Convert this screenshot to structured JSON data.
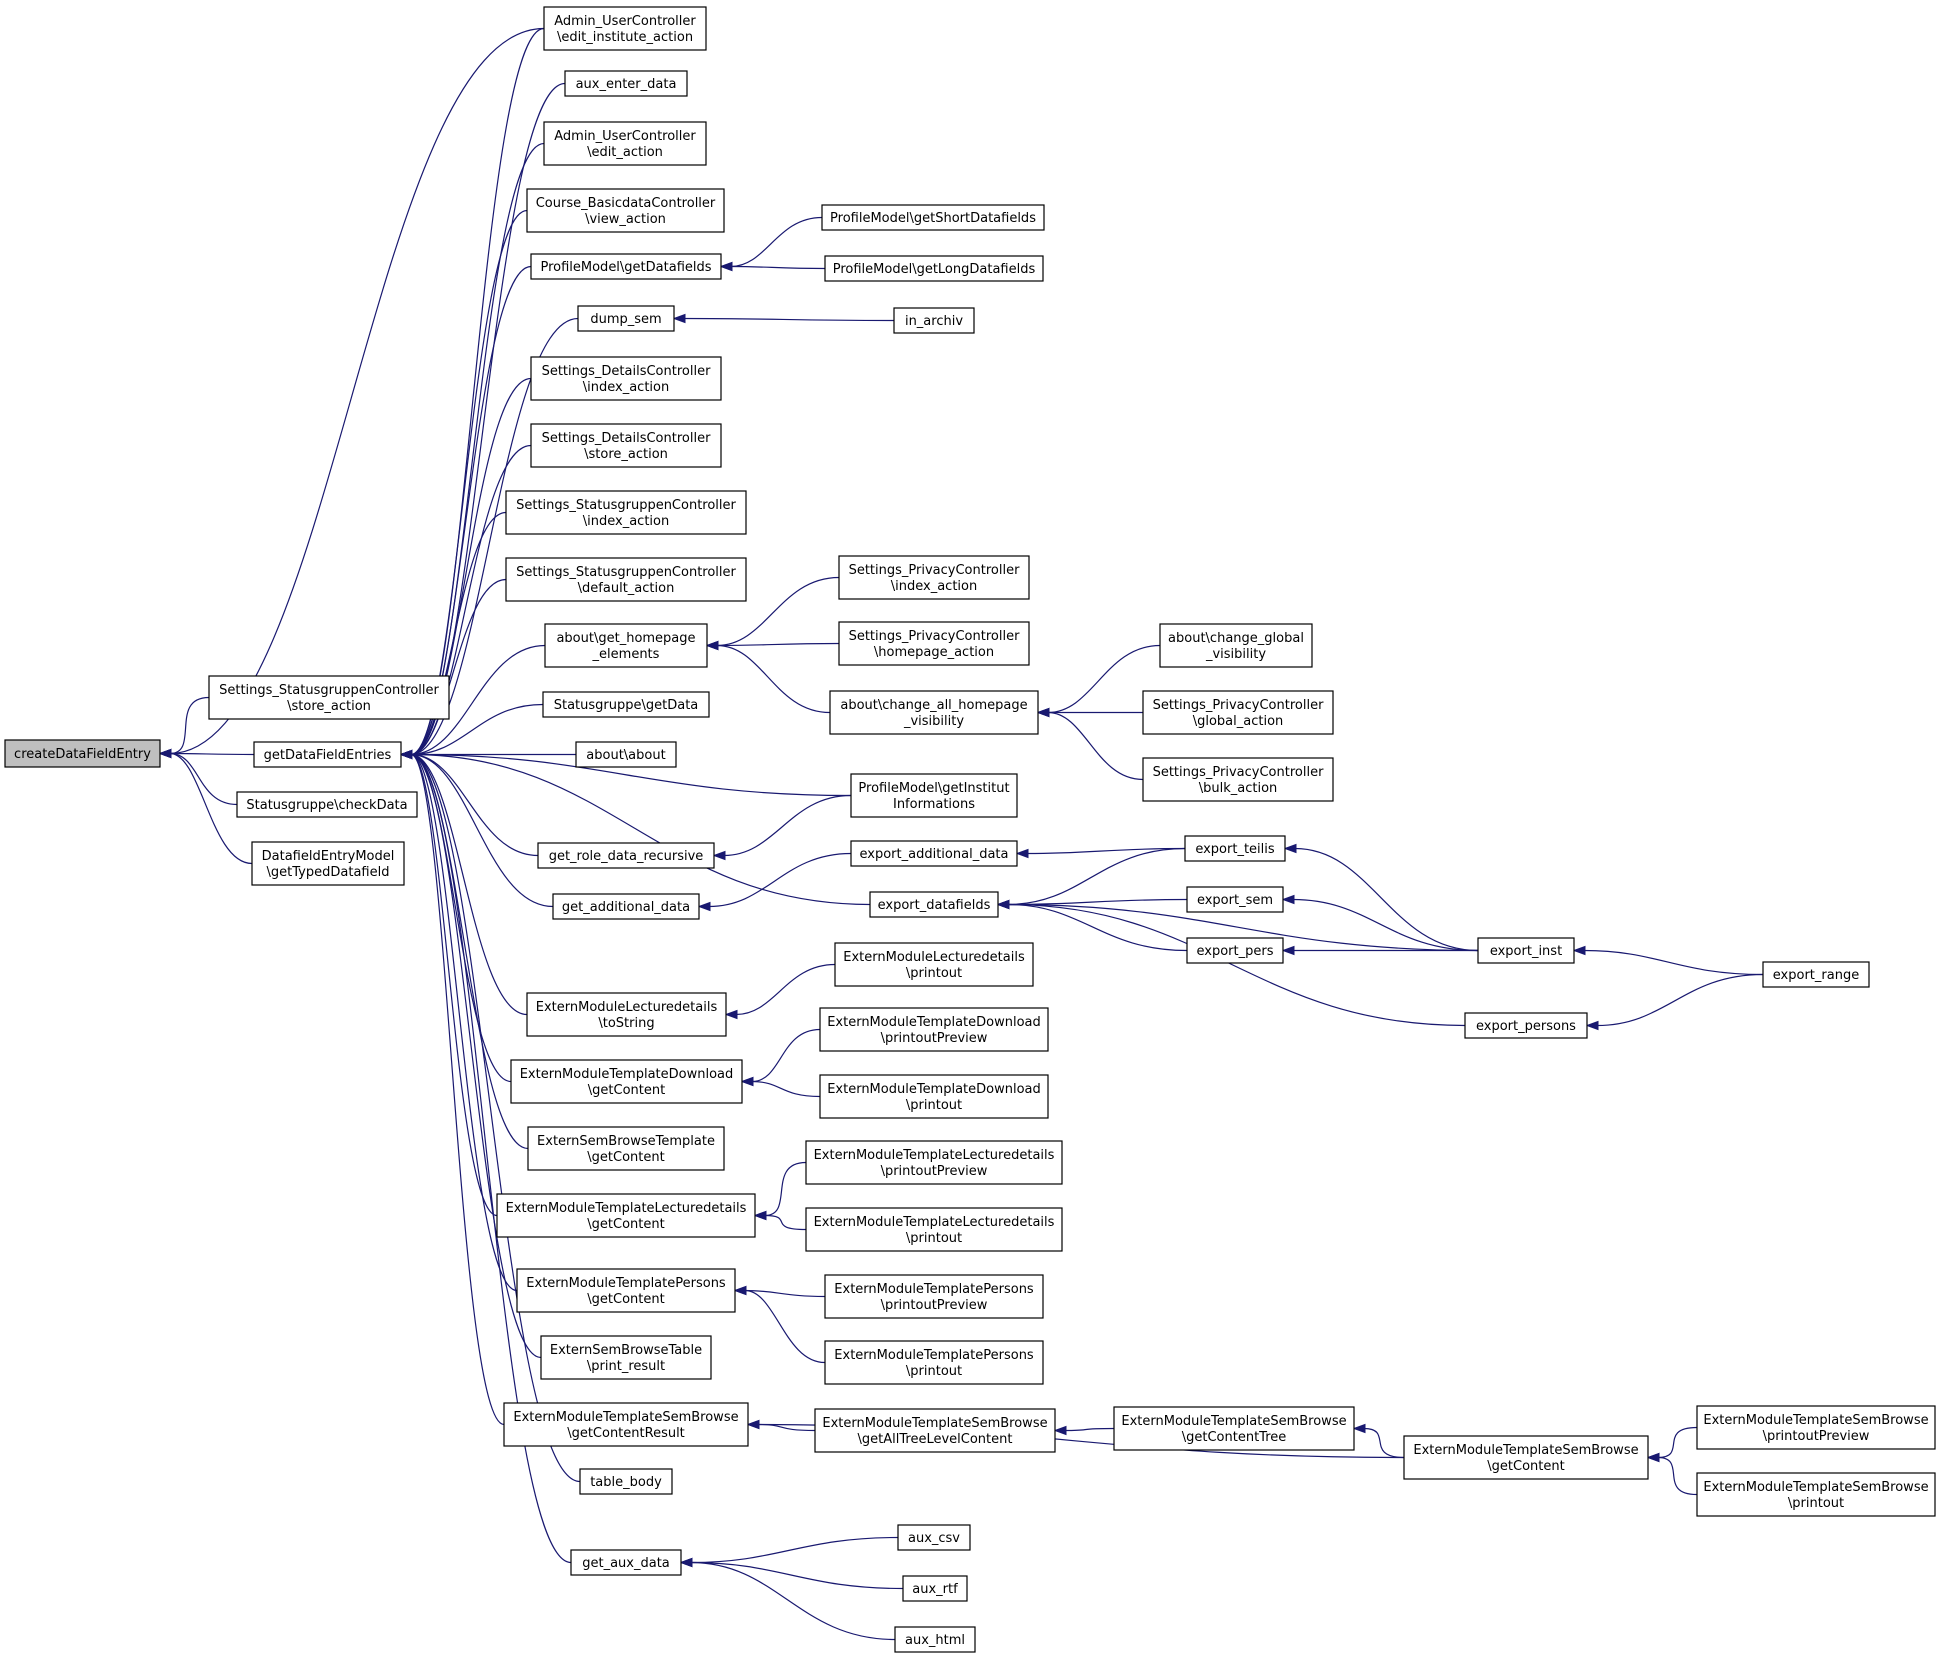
{
  "graph": {
    "nodes": [
      {
        "id": "root",
        "lines": [
          "createDataFieldEntry"
        ],
        "root": true
      },
      {
        "id": "ssc_store",
        "lines": [
          "Settings_StatusgruppenController",
          "\\store_action"
        ]
      },
      {
        "id": "gdfe",
        "lines": [
          "getDataFieldEntries"
        ]
      },
      {
        "id": "sg_check",
        "lines": [
          "Statusgruppe\\checkData"
        ]
      },
      {
        "id": "dem",
        "lines": [
          "DatafieldEntryModel",
          "\\getTypedDatafield"
        ]
      },
      {
        "id": "auc_edit_inst",
        "lines": [
          "Admin_UserController",
          "\\edit_institute_action"
        ]
      },
      {
        "id": "aux_enter",
        "lines": [
          "aux_enter_data"
        ]
      },
      {
        "id": "auc_edit",
        "lines": [
          "Admin_UserController",
          "\\edit_action"
        ]
      },
      {
        "id": "cbc_view",
        "lines": [
          "Course_BasicdataController",
          "\\view_action"
        ]
      },
      {
        "id": "pm_getdf",
        "lines": [
          "ProfileModel\\getDatafields"
        ]
      },
      {
        "id": "dump_sem",
        "lines": [
          "dump_sem"
        ]
      },
      {
        "id": "sdc_index",
        "lines": [
          "Settings_DetailsController",
          "\\index_action"
        ]
      },
      {
        "id": "sdc_store",
        "lines": [
          "Settings_DetailsController",
          "\\store_action"
        ]
      },
      {
        "id": "ssc_index",
        "lines": [
          "Settings_StatusgruppenController",
          "\\index_action"
        ]
      },
      {
        "id": "ssc_default",
        "lines": [
          "Settings_StatusgruppenController",
          "\\default_action"
        ]
      },
      {
        "id": "about_ghe",
        "lines": [
          "about\\get_homepage",
          "_elements"
        ]
      },
      {
        "id": "sg_getdata",
        "lines": [
          "Statusgruppe\\getData"
        ]
      },
      {
        "id": "about_about",
        "lines": [
          "about\\about"
        ]
      },
      {
        "id": "grdr",
        "lines": [
          "get_role_data_recursive"
        ]
      },
      {
        "id": "gad",
        "lines": [
          "get_additional_data"
        ]
      },
      {
        "id": "emld_tostring",
        "lines": [
          "ExternModuleLecturedetails",
          "\\toString"
        ]
      },
      {
        "id": "emtd_gc",
        "lines": [
          "ExternModuleTemplateDownload",
          "\\getContent"
        ]
      },
      {
        "id": "esbt_gc",
        "lines": [
          "ExternSemBrowseTemplate",
          "\\getContent"
        ]
      },
      {
        "id": "emtl_gc",
        "lines": [
          "ExternModuleTemplateLecturedetails",
          "\\getContent"
        ]
      },
      {
        "id": "emtp_gc",
        "lines": [
          "ExternModuleTemplatePersons",
          "\\getContent"
        ]
      },
      {
        "id": "esbtable",
        "lines": [
          "ExternSemBrowseTable",
          "\\print_result"
        ]
      },
      {
        "id": "emtsb_gcr",
        "lines": [
          "ExternModuleTemplateSemBrowse",
          "\\getContentResult"
        ]
      },
      {
        "id": "table_body",
        "lines": [
          "table_body"
        ]
      },
      {
        "id": "get_aux",
        "lines": [
          "get_aux_data"
        ]
      },
      {
        "id": "pm_short",
        "lines": [
          "ProfileModel\\getShortDatafields"
        ]
      },
      {
        "id": "pm_long",
        "lines": [
          "ProfileModel\\getLongDatafields"
        ]
      },
      {
        "id": "in_archiv",
        "lines": [
          "in_archiv"
        ]
      },
      {
        "id": "spc_index",
        "lines": [
          "Settings_PrivacyController",
          "\\index_action"
        ]
      },
      {
        "id": "spc_home",
        "lines": [
          "Settings_PrivacyController",
          "\\homepage_action"
        ]
      },
      {
        "id": "about_cahv",
        "lines": [
          "about\\change_all_homepage",
          "_visibility"
        ]
      },
      {
        "id": "pm_inst",
        "lines": [
          "ProfileModel\\getInstitut",
          "Informations"
        ]
      },
      {
        "id": "exp_add",
        "lines": [
          "export_additional_data"
        ]
      },
      {
        "id": "exp_df",
        "lines": [
          "export_datafields"
        ]
      },
      {
        "id": "emld_print",
        "lines": [
          "ExternModuleLecturedetails",
          "\\printout"
        ]
      },
      {
        "id": "emtd_pp",
        "lines": [
          "ExternModuleTemplateDownload",
          "\\printoutPreview"
        ]
      },
      {
        "id": "emtd_p",
        "lines": [
          "ExternModuleTemplateDownload",
          "\\printout"
        ]
      },
      {
        "id": "emtl_pp",
        "lines": [
          "ExternModuleTemplateLecturedetails",
          "\\printoutPreview"
        ]
      },
      {
        "id": "emtl_p",
        "lines": [
          "ExternModuleTemplateLecturedetails",
          "\\printout"
        ]
      },
      {
        "id": "emtp_pp",
        "lines": [
          "ExternModuleTemplatePersons",
          "\\printoutPreview"
        ]
      },
      {
        "id": "emtp_p",
        "lines": [
          "ExternModuleTemplatePersons",
          "\\printout"
        ]
      },
      {
        "id": "emtsb_gatlc",
        "lines": [
          "ExternModuleTemplateSemBrowse",
          "\\getAllTreeLevelContent"
        ]
      },
      {
        "id": "aux_csv",
        "lines": [
          "aux_csv"
        ]
      },
      {
        "id": "aux_rtf",
        "lines": [
          "aux_rtf"
        ]
      },
      {
        "id": "aux_html",
        "lines": [
          "aux_html"
        ]
      },
      {
        "id": "about_cgv",
        "lines": [
          "about\\change_global",
          "_visibility"
        ]
      },
      {
        "id": "spc_global",
        "lines": [
          "Settings_PrivacyController",
          "\\global_action"
        ]
      },
      {
        "id": "spc_bulk",
        "lines": [
          "Settings_PrivacyController",
          "\\bulk_action"
        ]
      },
      {
        "id": "exp_teilis",
        "lines": [
          "export_teilis"
        ]
      },
      {
        "id": "exp_sem",
        "lines": [
          "export_sem"
        ]
      },
      {
        "id": "exp_pers",
        "lines": [
          "export_pers"
        ]
      },
      {
        "id": "emtsb_gct",
        "lines": [
          "ExternModuleTemplateSemBrowse",
          "\\getContentTree"
        ]
      },
      {
        "id": "exp_inst",
        "lines": [
          "export_inst"
        ]
      },
      {
        "id": "exp_persons",
        "lines": [
          "export_persons"
        ]
      },
      {
        "id": "emtsb_gc",
        "lines": [
          "ExternModuleTemplateSemBrowse",
          "\\getContent"
        ]
      },
      {
        "id": "exp_range",
        "lines": [
          "export_range"
        ]
      },
      {
        "id": "emtsb_pp",
        "lines": [
          "ExternModuleTemplateSemBrowse",
          "\\printoutPreview"
        ]
      },
      {
        "id": "emtsb_p",
        "lines": [
          "ExternModuleTemplateSemBrowse",
          "\\printout"
        ]
      }
    ],
    "edges": [
      [
        "root",
        "auc_edit_inst"
      ],
      [
        "root",
        "ssc_store"
      ],
      [
        "root",
        "gdfe"
      ],
      [
        "root",
        "sg_check"
      ],
      [
        "root",
        "dem"
      ],
      [
        "gdfe",
        "auc_edit_inst"
      ],
      [
        "gdfe",
        "aux_enter"
      ],
      [
        "gdfe",
        "auc_edit"
      ],
      [
        "gdfe",
        "cbc_view"
      ],
      [
        "gdfe",
        "pm_getdf"
      ],
      [
        "gdfe",
        "dump_sem"
      ],
      [
        "gdfe",
        "sdc_index"
      ],
      [
        "gdfe",
        "sdc_store"
      ],
      [
        "gdfe",
        "ssc_index"
      ],
      [
        "gdfe",
        "ssc_default"
      ],
      [
        "gdfe",
        "about_ghe"
      ],
      [
        "gdfe",
        "sg_getdata"
      ],
      [
        "gdfe",
        "about_about"
      ],
      [
        "gdfe",
        "pm_inst"
      ],
      [
        "gdfe",
        "grdr"
      ],
      [
        "gdfe",
        "gad"
      ],
      [
        "gdfe",
        "exp_df"
      ],
      [
        "gdfe",
        "emld_tostring"
      ],
      [
        "gdfe",
        "emtd_gc"
      ],
      [
        "gdfe",
        "esbt_gc"
      ],
      [
        "gdfe",
        "emtl_gc"
      ],
      [
        "gdfe",
        "emtp_gc"
      ],
      [
        "gdfe",
        "esbtable"
      ],
      [
        "gdfe",
        "emtsb_gcr"
      ],
      [
        "gdfe",
        "table_body"
      ],
      [
        "gdfe",
        "get_aux"
      ],
      [
        "pm_getdf",
        "pm_short"
      ],
      [
        "pm_getdf",
        "pm_long"
      ],
      [
        "dump_sem",
        "in_archiv"
      ],
      [
        "about_ghe",
        "spc_index"
      ],
      [
        "about_ghe",
        "spc_home"
      ],
      [
        "about_ghe",
        "about_cahv"
      ],
      [
        "about_cahv",
        "about_cgv"
      ],
      [
        "about_cahv",
        "spc_global"
      ],
      [
        "about_cahv",
        "spc_bulk"
      ],
      [
        "grdr",
        "pm_inst"
      ],
      [
        "gad",
        "exp_add"
      ],
      [
        "exp_add",
        "exp_teilis"
      ],
      [
        "exp_df",
        "exp_teilis"
      ],
      [
        "exp_df",
        "exp_sem"
      ],
      [
        "exp_df",
        "exp_pers"
      ],
      [
        "exp_df",
        "exp_inst"
      ],
      [
        "exp_df",
        "exp_persons"
      ],
      [
        "exp_teilis",
        "exp_inst"
      ],
      [
        "exp_sem",
        "exp_inst"
      ],
      [
        "exp_pers",
        "exp_inst"
      ],
      [
        "exp_inst",
        "exp_range"
      ],
      [
        "exp_persons",
        "exp_range"
      ],
      [
        "emld_tostring",
        "emld_print"
      ],
      [
        "emtd_gc",
        "emtd_pp"
      ],
      [
        "emtd_gc",
        "emtd_p"
      ],
      [
        "emtl_gc",
        "emtl_pp"
      ],
      [
        "emtl_gc",
        "emtl_p"
      ],
      [
        "emtp_gc",
        "emtp_pp"
      ],
      [
        "emtp_gc",
        "emtp_p"
      ],
      [
        "emtsb_gcr",
        "emtsb_gatlc"
      ],
      [
        "emtsb_gcr",
        "emtsb_gc"
      ],
      [
        "emtsb_gatlc",
        "emtsb_gct"
      ],
      [
        "emtsb_gct",
        "emtsb_gc"
      ],
      [
        "emtsb_gc",
        "emtsb_pp"
      ],
      [
        "emtsb_gc",
        "emtsb_p"
      ],
      [
        "get_aux",
        "aux_csv"
      ],
      [
        "get_aux",
        "aux_rtf"
      ],
      [
        "get_aux",
        "aux_html"
      ]
    ]
  }
}
